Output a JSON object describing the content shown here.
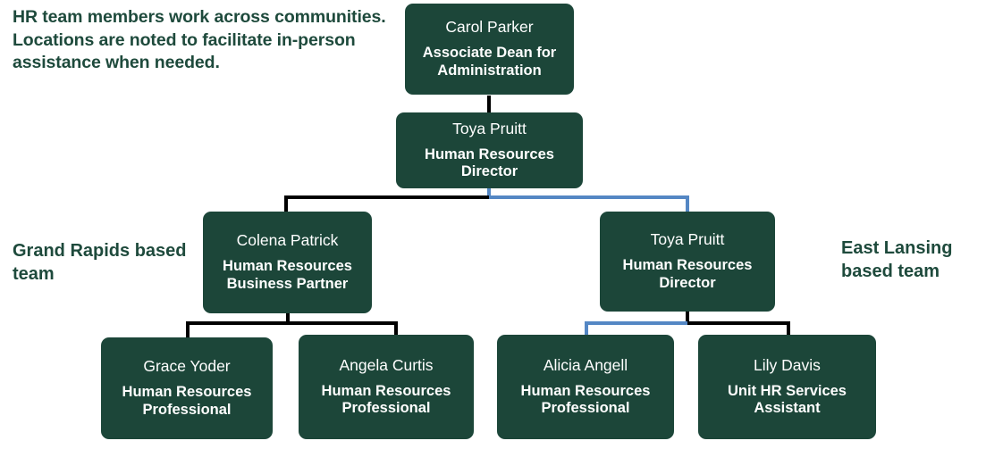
{
  "intro": {
    "text": "HR team members work across communities. Locations are noted to facilitate in-person assistance when needed."
  },
  "side_labels": {
    "left": "Grand Rapids based team",
    "right": "East Lansing based team"
  },
  "colors": {
    "node_background": "#1c4639",
    "node_text": "#ffffff",
    "heading_text": "#1e4a3c",
    "connector_black": "#000000",
    "connector_blue": "#5487c4",
    "page_background": "#ffffff"
  },
  "chart_data": {
    "type": "diagram",
    "title": "HR Team Organizational Chart",
    "nodes": [
      {
        "id": "carol-parker",
        "name": "Carol Parker",
        "title": "Associate Dean for Administration",
        "level": 0,
        "team": ""
      },
      {
        "id": "toya-pruitt-top",
        "name": "Toya Pruitt",
        "title": "Human Resources Director",
        "level": 1,
        "team": ""
      },
      {
        "id": "colena-patrick",
        "name": "Colena Patrick",
        "title": "Human Resources Business Partner",
        "level": 2,
        "team": "Grand Rapids based team"
      },
      {
        "id": "toya-pruitt-east",
        "name": "Toya Pruitt",
        "title": "Human Resources Director",
        "level": 2,
        "team": "East Lansing based team"
      },
      {
        "id": "grace-yoder",
        "name": "Grace Yoder",
        "title": "Human Resources Professional",
        "level": 3,
        "team": "Grand Rapids based team"
      },
      {
        "id": "angela-curtis",
        "name": "Angela Curtis",
        "title": "Human Resources Professional",
        "level": 3,
        "team": "Grand Rapids based team"
      },
      {
        "id": "alicia-angell",
        "name": "Alicia Angell",
        "title": "Human Resources Professional",
        "level": 3,
        "team": "East Lansing based team"
      },
      {
        "id": "lily-davis",
        "name": "Lily Davis",
        "title": "Unit HR Services Assistant",
        "level": 3,
        "team": "East Lansing based team"
      }
    ],
    "edges": [
      {
        "from": "carol-parker",
        "to": "toya-pruitt-top",
        "color": "#000000"
      },
      {
        "from": "toya-pruitt-top",
        "to": "colena-patrick",
        "color": "#000000"
      },
      {
        "from": "toya-pruitt-top",
        "to": "toya-pruitt-east",
        "color": "#5487c4"
      },
      {
        "from": "colena-patrick",
        "to": "grace-yoder",
        "color": "#000000"
      },
      {
        "from": "colena-patrick",
        "to": "angela-curtis",
        "color": "#000000"
      },
      {
        "from": "toya-pruitt-east",
        "to": "alicia-angell",
        "color": "#5487c4"
      },
      {
        "from": "toya-pruitt-east",
        "to": "lily-davis",
        "color": "#000000"
      }
    ]
  }
}
